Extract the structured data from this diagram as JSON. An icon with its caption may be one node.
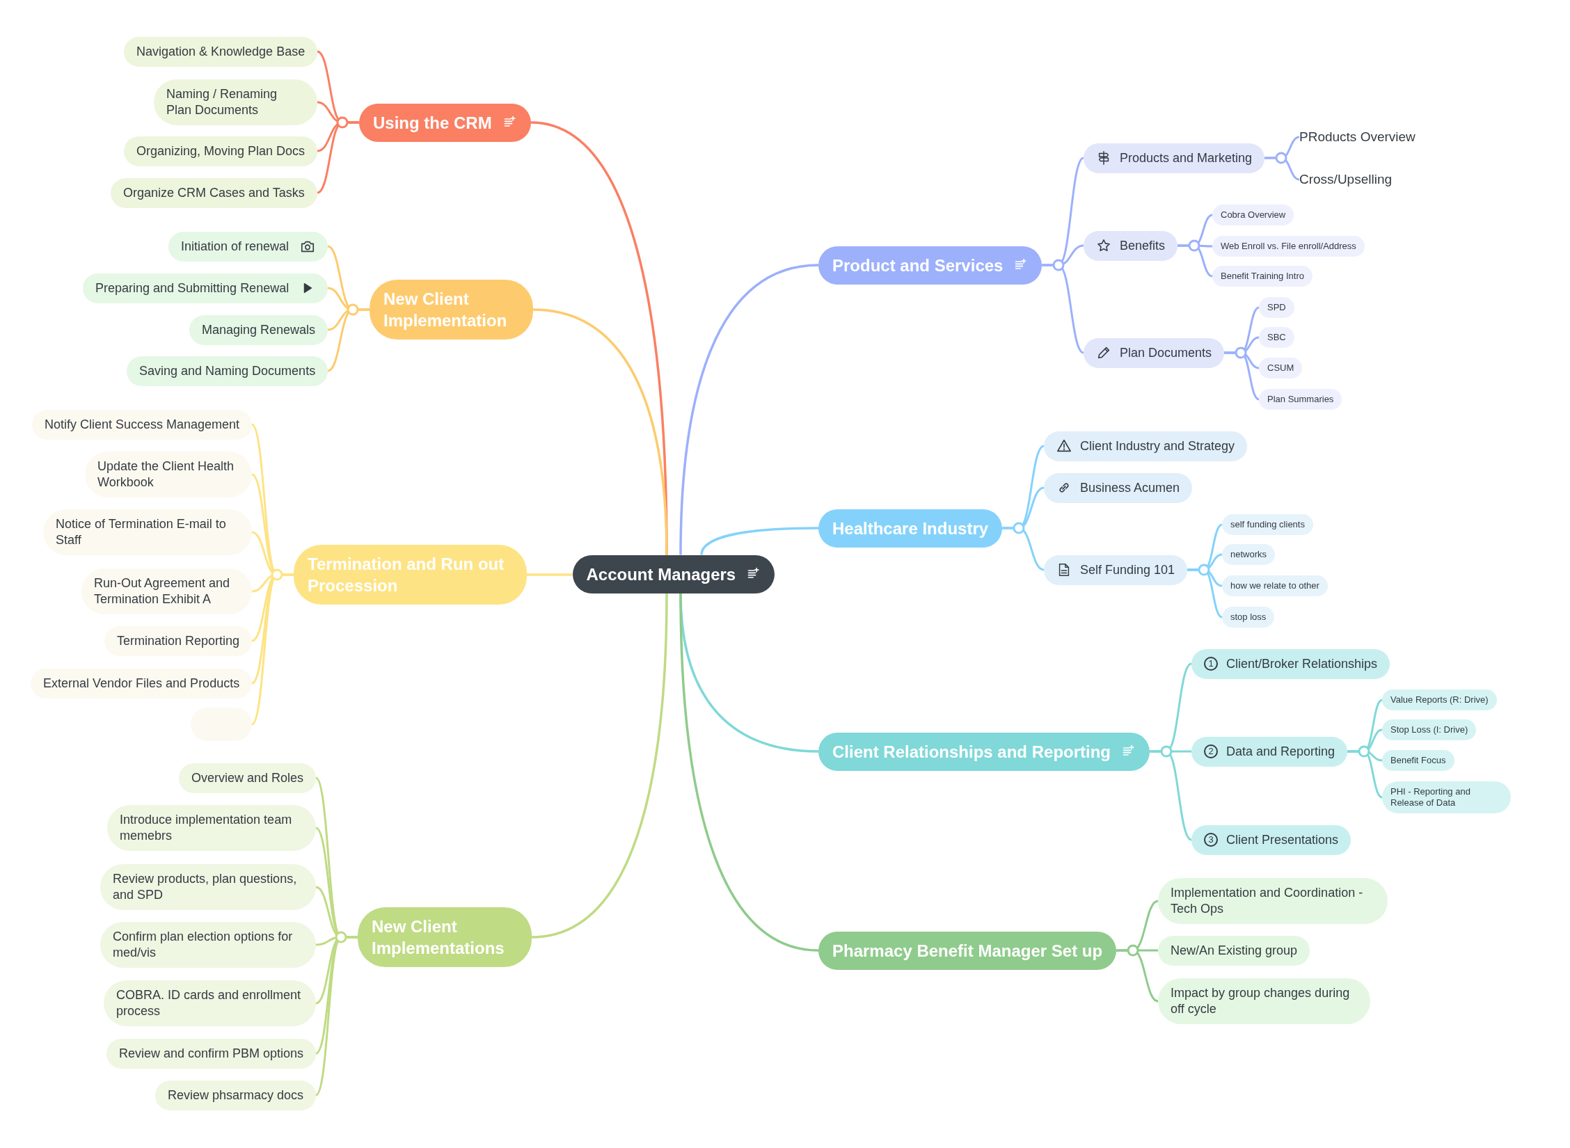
{
  "diagram": {
    "nodes": [
      {
        "text": [
          "Account Managers"
        ]
      },
      {
        "text": [
          "Using the CRM"
        ]
      },
      {
        "text": [
          "Navigation & Knowledge Base"
        ]
      },
      {
        "text": [
          "Naming / Renaming Plan Documents"
        ]
      },
      {
        "text": [
          "Organizing, Moving Plan Docs"
        ]
      },
      {
        "text": [
          "Organize CRM Cases and Tasks"
        ]
      },
      {
        "text": [
          "New Client Implementation"
        ]
      },
      {
        "text": [
          "Initiation of renewal"
        ]
      },
      {
        "text": [
          "Preparing and Submitting Renewal"
        ]
      },
      {
        "text": [
          "Managing Renewals"
        ]
      },
      {
        "text": [
          "Saving and Naming Documents"
        ]
      },
      {
        "text": [
          "Termination and Run out Procession"
        ]
      },
      {
        "text": [
          "Notify Client Success Management"
        ]
      },
      {
        "text": [
          "Update the Client Health Workbook"
        ]
      },
      {
        "text": [
          "Notice of Termination E-mail to Staff"
        ]
      },
      {
        "text": [
          "Run-Out Agreement and Termination Exhibit A"
        ]
      },
      {
        "text": [
          "Termination Reporting"
        ]
      },
      {
        "text": [
          "External Vendor Files and Products"
        ]
      },
      {
        "text": [],
        "shape": "box"
      },
      {
        "text": [
          "New Client Implementations"
        ]
      },
      {
        "text": [
          "Overview and Roles"
        ]
      },
      {
        "text": [
          "Introduce implementation team memebrs"
        ]
      },
      {
        "text": [
          "Review products, plan questions, and SPD"
        ]
      },
      {
        "text": [
          "Confirm plan election options for med/vis"
        ]
      },
      {
        "text": [
          "COBRA. ID cards and enrollment process"
        ]
      },
      {
        "text": [
          "Review and confirm PBM options"
        ]
      },
      {
        "text": [
          "Review phsarmacy docs"
        ]
      },
      {
        "text": [
          "Product and Services"
        ]
      },
      {
        "text": [
          "Products and Marketing"
        ]
      },
      {
        "text": [
          "PRoducts Overview"
        ]
      },
      {
        "text": [
          "Cross/Upselling"
        ]
      },
      {
        "text": [
          "Benefits"
        ]
      },
      {
        "text": [
          "Cobra Overview"
        ]
      },
      {
        "text": [
          "Web Enroll vs. File enroll/Address"
        ]
      },
      {
        "text": [
          "Benefit Training Intro"
        ]
      },
      {
        "text": [
          "Plan Documents"
        ]
      },
      {
        "text": [
          "SPD"
        ]
      },
      {
        "text": [
          "SBC"
        ]
      },
      {
        "text": [
          "CSUM"
        ]
      },
      {
        "text": [
          "Plan Summaries"
        ]
      },
      {
        "text": [
          "Healthcare Industry"
        ]
      },
      {
        "text": [
          "Client Industry and Strategy"
        ]
      },
      {
        "text": [
          "Business Acumen"
        ]
      },
      {
        "text": [
          "Self Funding 101"
        ]
      },
      {
        "text": [
          "self funding clients"
        ]
      },
      {
        "text": [
          "networks"
        ]
      },
      {
        "text": [
          "how we relate to other"
        ]
      },
      {
        "text": [
          "stop loss"
        ]
      },
      {
        "text": [
          "Client Relationships and Reporting"
        ]
      },
      {
        "text": [
          "1",
          "Client/Broker Relationships"
        ]
      },
      {
        "text": [
          "2",
          "Data and Reporting"
        ]
      },
      {
        "text": [
          "Value Reports (R: Drive)"
        ]
      },
      {
        "text": [
          "Stop Loss (I: Drive)"
        ]
      },
      {
        "text": [
          "Benefit Focus"
        ]
      },
      {
        "text": [
          "PHI - Reporting and Release of Data"
        ]
      },
      {
        "text": [
          "3",
          "Client Presentations"
        ]
      },
      {
        "text": [
          "Pharmacy Benefit Manager Set up"
        ]
      },
      {
        "text": [
          "Implementation and Coordination - Tech Ops"
        ]
      },
      {
        "text": [
          "New/An Existing group"
        ]
      },
      {
        "text": [
          "Impact by group changes during off cycle"
        ]
      }
    ],
    "edges": [
      {
        "from": 0,
        "to": 1,
        "arrow": "none",
        "color": "#fa7f63"
      },
      {
        "from": 1,
        "to": 2,
        "arrow": "none",
        "color": "#fa7f63"
      },
      {
        "from": 1,
        "to": 3,
        "arrow": "none",
        "color": "#fa7f63"
      },
      {
        "from": 1,
        "to": 4,
        "arrow": "none",
        "color": "#fa7f63"
      },
      {
        "from": 1,
        "to": 5,
        "arrow": "none",
        "color": "#fa7f63"
      },
      {
        "from": 0,
        "to": 6,
        "arrow": "none",
        "color": "#fdcb6e"
      },
      {
        "from": 6,
        "to": 7,
        "arrow": "none",
        "color": "#fdcb6e"
      },
      {
        "from": 6,
        "to": 8,
        "arrow": "none",
        "color": "#fdcb6e"
      },
      {
        "from": 6,
        "to": 9,
        "arrow": "none",
        "color": "#fdcb6e"
      },
      {
        "from": 6,
        "to": 10,
        "arrow": "none",
        "color": "#fdcb6e"
      },
      {
        "from": 0,
        "to": 11,
        "arrow": "none",
        "color": "#fee384"
      },
      {
        "from": 11,
        "to": 12,
        "arrow": "none",
        "color": "#fee384"
      },
      {
        "from": 11,
        "to": 13,
        "arrow": "none",
        "color": "#fee384"
      },
      {
        "from": 11,
        "to": 14,
        "arrow": "none",
        "color": "#fee384"
      },
      {
        "from": 11,
        "to": 15,
        "arrow": "none",
        "color": "#fee384"
      },
      {
        "from": 11,
        "to": 16,
        "arrow": "none",
        "color": "#fee384"
      },
      {
        "from": 11,
        "to": 17,
        "arrow": "none",
        "color": "#fee384"
      },
      {
        "from": 11,
        "to": 18,
        "arrow": "none",
        "color": "#fee384"
      },
      {
        "from": 0,
        "to": 19,
        "arrow": "none",
        "color": "#bfdb84"
      },
      {
        "from": 19,
        "to": 20,
        "arrow": "none",
        "color": "#bfdb84"
      },
      {
        "from": 19,
        "to": 21,
        "arrow": "none",
        "color": "#bfdb84"
      },
      {
        "from": 19,
        "to": 22,
        "arrow": "none",
        "color": "#bfdb84"
      },
      {
        "from": 19,
        "to": 23,
        "arrow": "none",
        "color": "#bfdb84"
      },
      {
        "from": 19,
        "to": 24,
        "arrow": "none",
        "color": "#bfdb84"
      },
      {
        "from": 19,
        "to": 25,
        "arrow": "none",
        "color": "#bfdb84"
      },
      {
        "from": 19,
        "to": 26,
        "arrow": "none",
        "color": "#bfdb84"
      },
      {
        "from": 0,
        "to": 27,
        "arrow": "none",
        "color": "#9cb0fb"
      },
      {
        "from": 27,
        "to": 28,
        "arrow": "none",
        "color": "#9cb0fb"
      },
      {
        "from": 28,
        "to": 29,
        "arrow": "none",
        "color": "#9cb0fb"
      },
      {
        "from": 28,
        "to": 30,
        "arrow": "none",
        "color": "#9cb0fb"
      },
      {
        "from": 27,
        "to": 31,
        "arrow": "none",
        "color": "#9cb0fb"
      },
      {
        "from": 31,
        "to": 32,
        "arrow": "none",
        "color": "#9cb0fb"
      },
      {
        "from": 31,
        "to": 33,
        "arrow": "none",
        "color": "#9cb0fb"
      },
      {
        "from": 31,
        "to": 34,
        "arrow": "none",
        "color": "#9cb0fb"
      },
      {
        "from": 27,
        "to": 35,
        "arrow": "none",
        "color": "#9cb0fb"
      },
      {
        "from": 35,
        "to": 36,
        "arrow": "none",
        "color": "#9cb0fb"
      },
      {
        "from": 35,
        "to": 37,
        "arrow": "none",
        "color": "#9cb0fb"
      },
      {
        "from": 35,
        "to": 38,
        "arrow": "none",
        "color": "#9cb0fb"
      },
      {
        "from": 35,
        "to": 39,
        "arrow": "none",
        "color": "#9cb0fb"
      },
      {
        "from": 0,
        "to": 40,
        "arrow": "none",
        "color": "#84d2fb"
      },
      {
        "from": 40,
        "to": 41,
        "arrow": "none",
        "color": "#84d2fb"
      },
      {
        "from": 40,
        "to": 42,
        "arrow": "none",
        "color": "#84d2fb"
      },
      {
        "from": 40,
        "to": 43,
        "arrow": "none",
        "color": "#84d2fb"
      },
      {
        "from": 43,
        "to": 44,
        "arrow": "none",
        "color": "#84d2fb"
      },
      {
        "from": 43,
        "to": 45,
        "arrow": "none",
        "color": "#84d2fb"
      },
      {
        "from": 43,
        "to": 46,
        "arrow": "none",
        "color": "#84d2fb"
      },
      {
        "from": 43,
        "to": 47,
        "arrow": "none",
        "color": "#84d2fb"
      },
      {
        "from": 0,
        "to": 48,
        "arrow": "none",
        "color": "#80d8d8"
      },
      {
        "from": 48,
        "to": 49,
        "arrow": "none",
        "color": "#80d8d8"
      },
      {
        "from": 48,
        "to": 50,
        "arrow": "none",
        "color": "#80d8d8"
      },
      {
        "from": 50,
        "to": 51,
        "arrow": "none",
        "color": "#80d8d8"
      },
      {
        "from": 50,
        "to": 52,
        "arrow": "none",
        "color": "#80d8d8"
      },
      {
        "from": 50,
        "to": 53,
        "arrow": "none",
        "color": "#80d8d8"
      },
      {
        "from": 50,
        "to": 54,
        "arrow": "none",
        "color": "#80d8d8"
      },
      {
        "from": 48,
        "to": 55,
        "arrow": "none",
        "color": "#80d8d8"
      },
      {
        "from": 0,
        "to": 56,
        "arrow": "none",
        "color": "#8fcb8c"
      },
      {
        "from": 56,
        "to": 57,
        "arrow": "none",
        "color": "#8fcb8c"
      },
      {
        "from": 56,
        "to": 58,
        "arrow": "none",
        "color": "#8fcb8c"
      },
      {
        "from": 56,
        "to": 59,
        "arrow": "none",
        "color": "#8fcb8c"
      }
    ]
  }
}
